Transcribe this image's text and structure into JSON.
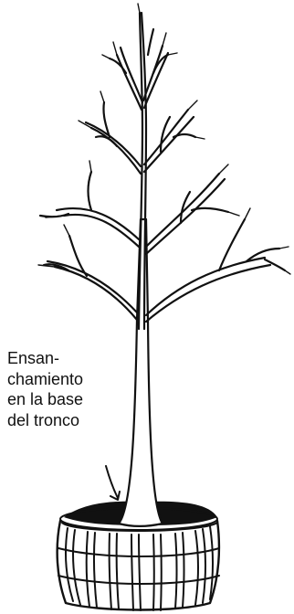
{
  "annotation": {
    "lines": [
      "Ensan-",
      "chamiento",
      "en la base",
      "del tronco"
    ]
  },
  "colors": {
    "ink": "#111111",
    "background": "#ffffff"
  }
}
